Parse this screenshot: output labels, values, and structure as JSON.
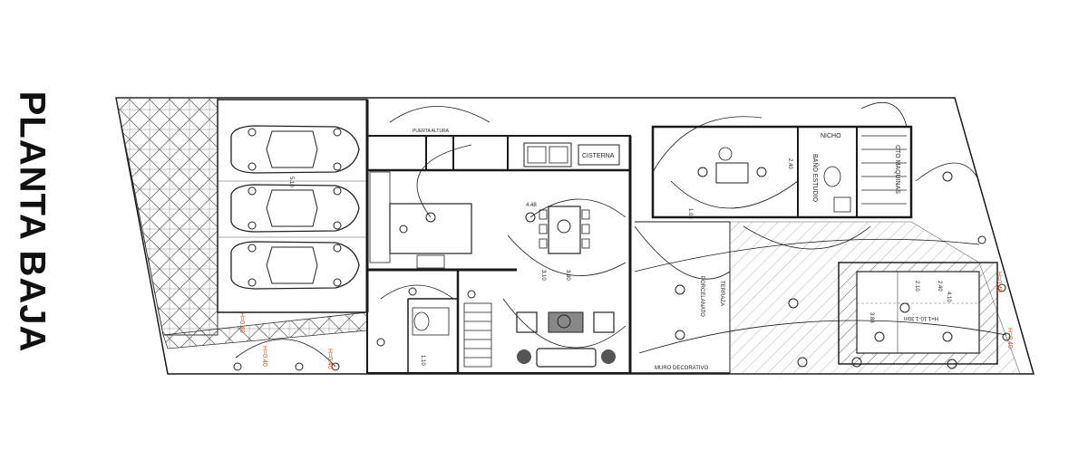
{
  "drawing": {
    "title": "PLANTA BAJA"
  },
  "labels": {
    "cisterna": "CISTERNA",
    "muro_decorativo": "MURO DECORATIVO",
    "bano_estudio": "BAÑO ESTUDIO",
    "nicho": "NICHO",
    "cto_maquinas": "CTO MAQUINAS",
    "terraza": "TERRAZA",
    "porcelanato": "PORCELANATO",
    "alberca_dims": "H=1.10-1.30m",
    "puerta": "PUERTA ALTURA"
  },
  "hw_tags": [
    "H=0.40",
    "H=0.40",
    "H=0.40",
    "H=0.40",
    "H=0.40"
  ],
  "dims": [
    "4.48",
    "5.10",
    "3.80",
    "2.40",
    "1.05",
    "3.10",
    "1.10",
    "2.10",
    "4.10",
    "2.40",
    "3.88"
  ],
  "colors": {
    "line": "#1a1a1a",
    "hatch": "#555555",
    "accent": "#d9531e"
  }
}
